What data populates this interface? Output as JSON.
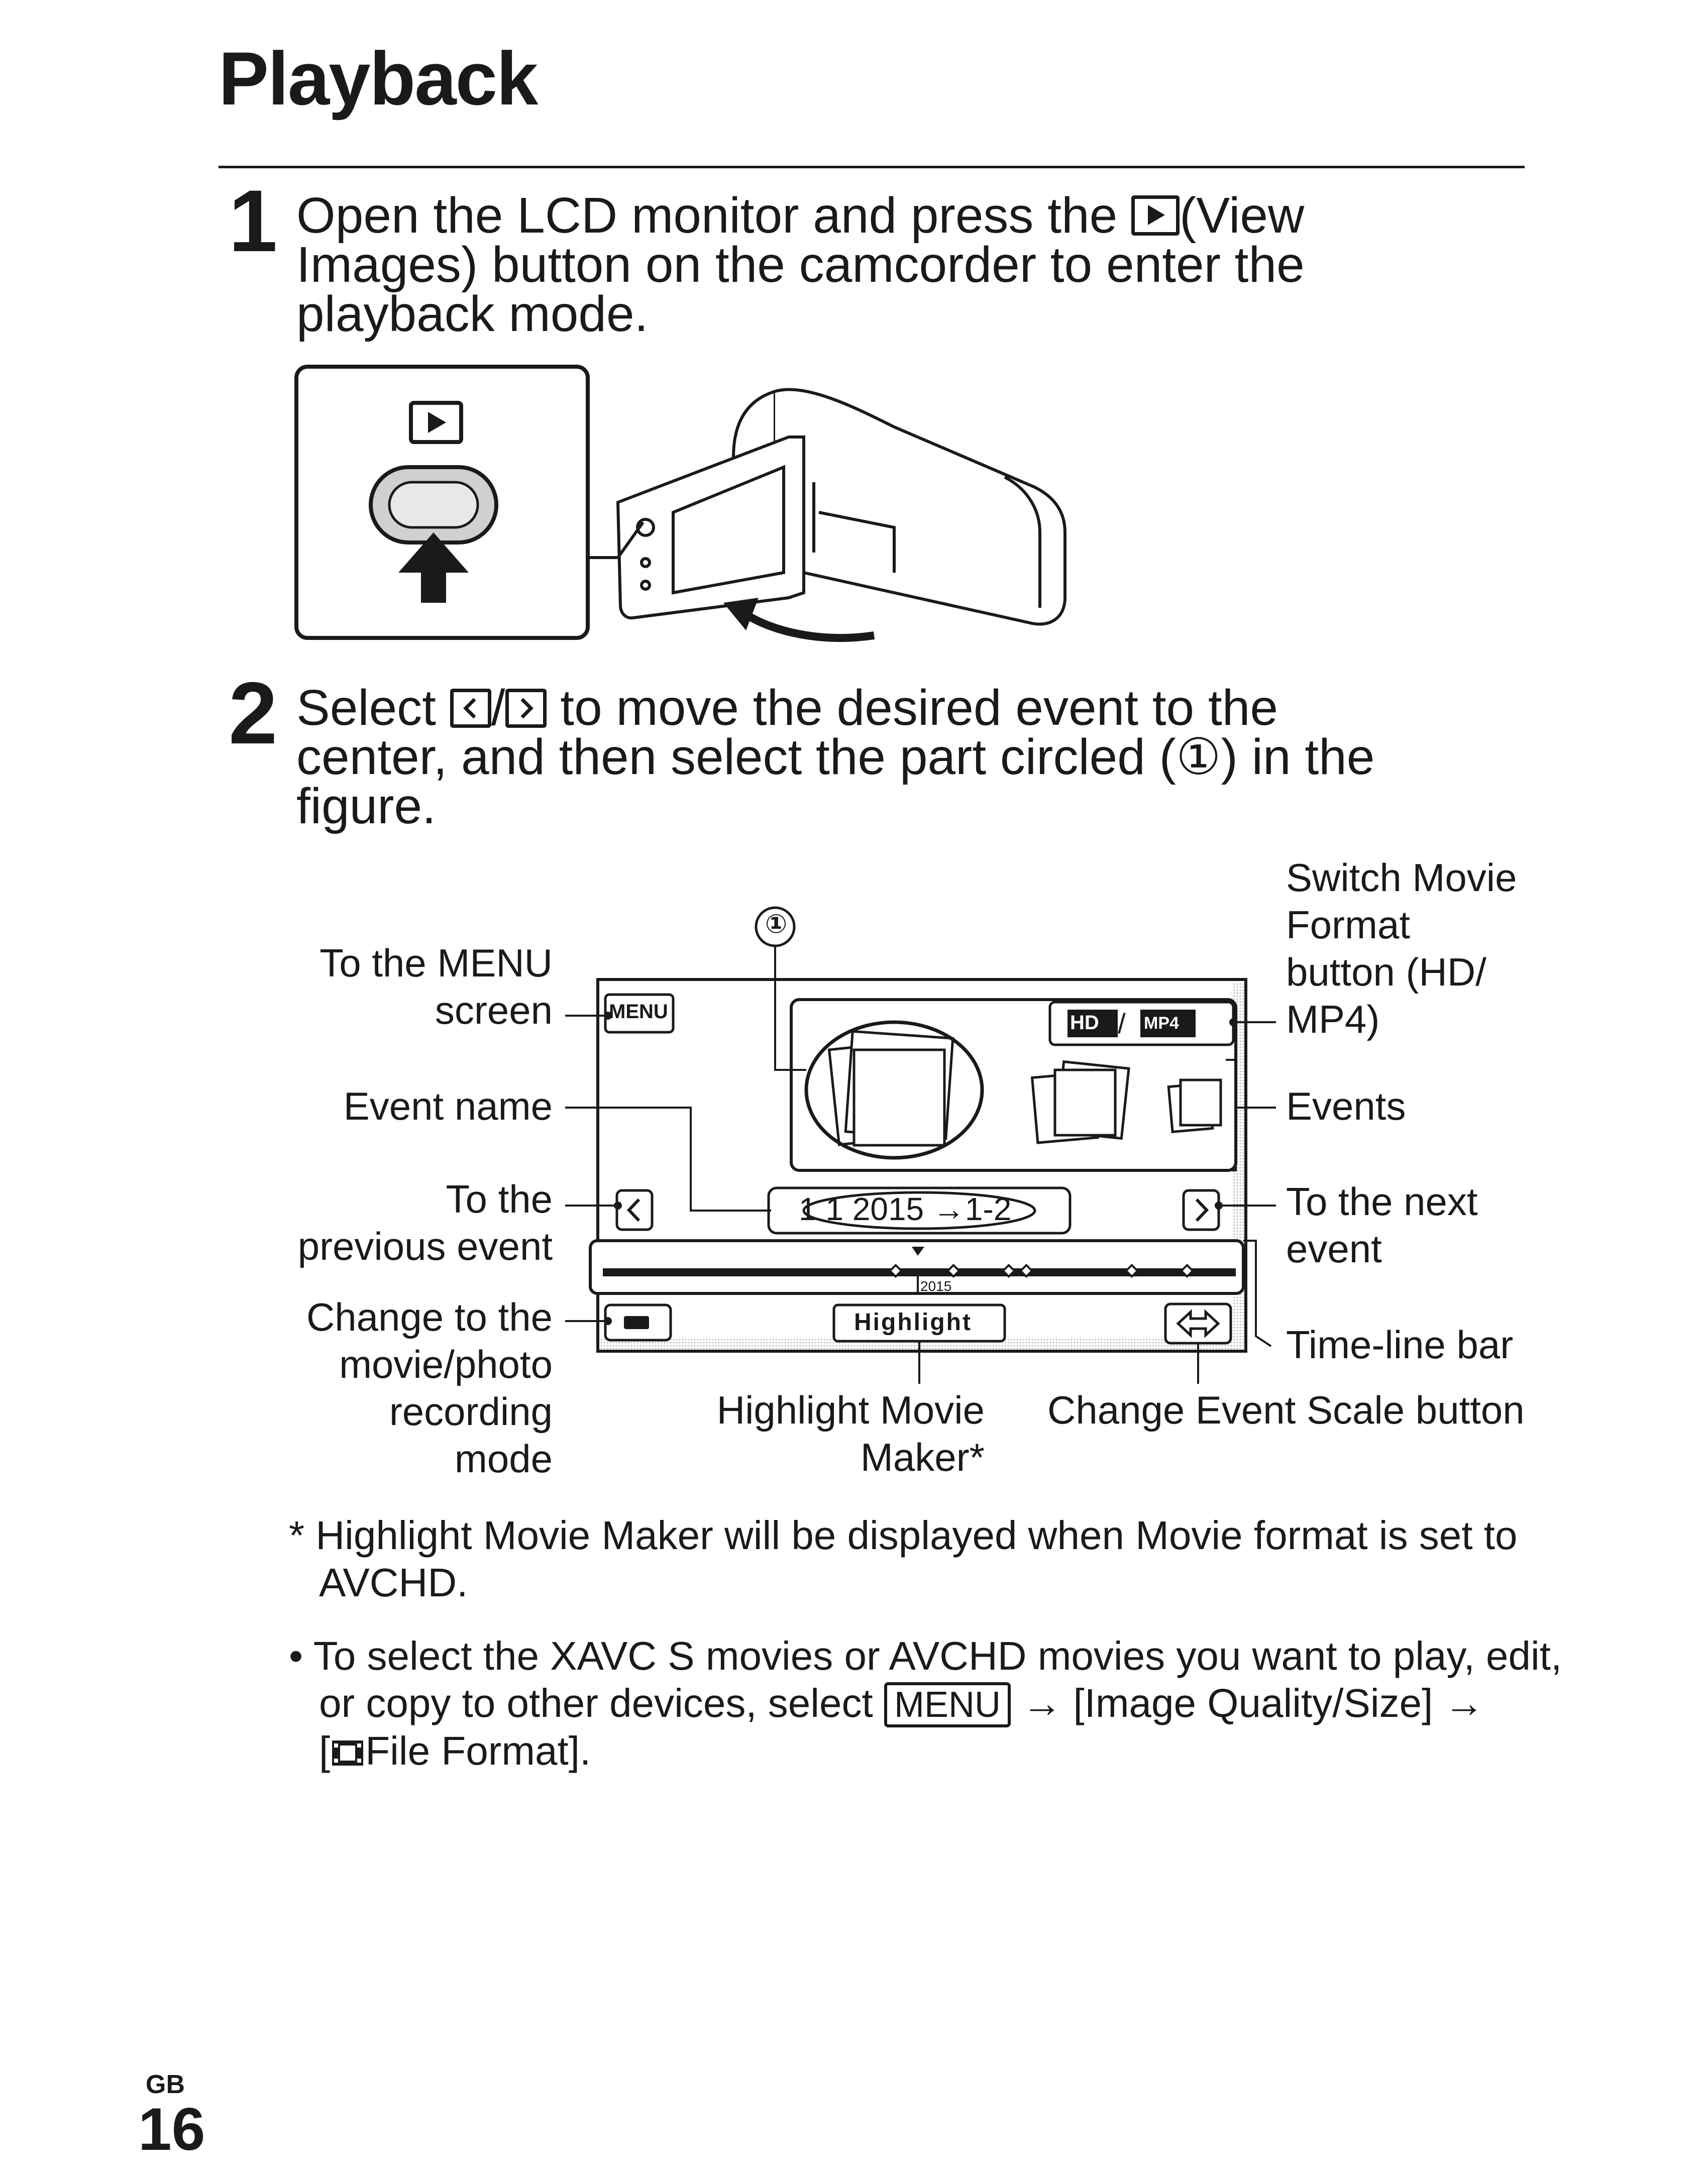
{
  "page": {
    "title": "Playback",
    "lang_tag": "GB",
    "page_number": "16"
  },
  "step1": {
    "number": "1",
    "line1_before": "Open the LCD monitor and press the ",
    "line1_after": "(View",
    "line2": "Images) button on the camcorder to enter the",
    "line3": "playback mode."
  },
  "step2": {
    "number": "2",
    "line1_a": "Select ",
    "line1_slash": "/",
    "line1_b": " to move the desired event to the",
    "line2_a": "center, and then select the part circled (",
    "line2_circ": "①",
    "line2_b": ") in the",
    "line3": "figure."
  },
  "screen": {
    "menu_btn": "MENU",
    "hd": "HD",
    "mp4": "MP4",
    "event_name": "1 1 2015 →1-2",
    "year": "2015",
    "highlight_btn": "Highlight",
    "circle_marker": "①"
  },
  "callouts": {
    "menu_1": "To the MENU",
    "menu_2": "screen",
    "event_name": "Event name",
    "prev_1": "To the",
    "prev_2": "previous event",
    "mode_1": "Change to the",
    "mode_2": "movie/photo",
    "mode_3": "recording",
    "mode_4": "mode",
    "switch_1": "Switch Movie",
    "switch_2": "Format",
    "switch_3": "button (HD/",
    "switch_4": "MP4)",
    "events": "Events",
    "next_1": "To the next",
    "next_2": "event",
    "timeline": "Time-line bar",
    "highlight_1": "Highlight Movie",
    "highlight_2": "Maker*",
    "scale": "Change Event Scale button"
  },
  "notes": {
    "asterisk_1": "* Highlight Movie Maker will be displayed when Movie format is set to",
    "asterisk_2": "AVCHD.",
    "bullet_1": "• To select the XAVC S movies or AVCHD movies you want to play, edit,",
    "bullet_2_a": "or copy to other devices, select ",
    "bullet_2_menu": "MENU",
    "bullet_2_b": " → [Image Quality/Size] →",
    "bullet_3": "File Format]."
  }
}
